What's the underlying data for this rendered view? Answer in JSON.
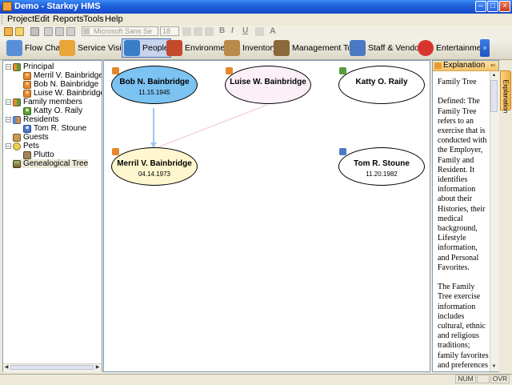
{
  "window": {
    "title": "Demo - Starkey HMS"
  },
  "menu": [
    "Project",
    "Edit",
    "Reports",
    "Tools",
    "Help"
  ],
  "format_bar": {
    "font": "Microsoft Sans Se",
    "size": "18",
    "bold": "B",
    "italic": "I",
    "underline": "U",
    "color": "A"
  },
  "nav": [
    {
      "label": "Flow Chart",
      "color": "#5A8FD8"
    },
    {
      "label": "Service Vision",
      "color": "#E7A53A"
    },
    {
      "label": "People",
      "color": "#3A7EC8"
    },
    {
      "label": "Environment",
      "color": "#C44A2E"
    },
    {
      "label": "Inventory",
      "color": "#B98A48"
    },
    {
      "label": "Management Tool",
      "color": "#8A6A3A"
    },
    {
      "label": "Staff & Vendors",
      "color": "#4A7AC4"
    },
    {
      "label": "Entertainment",
      "color": "#D8342E"
    }
  ],
  "tree": {
    "principal": {
      "label": "Principal",
      "children": [
        "Merril V. Bainbridge",
        "Bob N. Bainbridge",
        "Luise W. Bainbridge"
      ]
    },
    "family": {
      "label": "Family members",
      "children": [
        "Katty O. Raily"
      ]
    },
    "residents": {
      "label": "Residents",
      "children": [
        "Tom R. Stoune"
      ]
    },
    "guests": {
      "label": "Guests"
    },
    "pets": {
      "label": "Pets",
      "children": [
        "Plutto"
      ]
    },
    "genealogy": {
      "label": "Genealogical Tree"
    }
  },
  "nodes": {
    "bob": {
      "name": "Bob N. Bainbridge",
      "date": "11.15.1945",
      "fill": "#7CC3F2"
    },
    "luise": {
      "name": "Luise W. Bainbridge",
      "date": "",
      "fill": "#FCEFF7"
    },
    "katty": {
      "name": "Katty O. Raily",
      "date": "",
      "fill": "#FFFFFF"
    },
    "merril": {
      "name": "Merril V. Bainbridge",
      "date": "04.14.1973",
      "fill": "#FEF6CE"
    },
    "tom": {
      "name": "Tom R. Stoune",
      "date": "11.20.1982",
      "fill": "#FFFFFF"
    }
  },
  "explanation": {
    "title": "Explanation",
    "side_tab": "Explanation",
    "text": "Family Tree\n\nDefined: The Family Tree refers to an exercise that is conducted with the Employer, Family and Resident. It identifies information about their Histories, their medical background, Lifestyle information, and Personal Favorites.\n\nThe Family Tree exercise information includes cultural, ethnic and religious traditions; family favorites and preferences"
  },
  "status": {
    "num": "NUM",
    "ovr": "OVR"
  }
}
